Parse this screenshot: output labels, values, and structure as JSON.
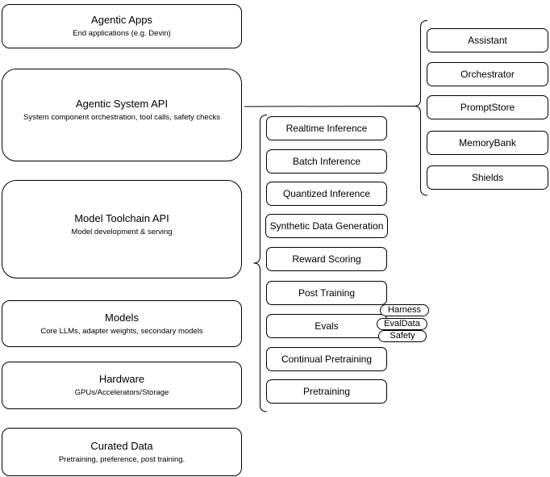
{
  "diagram": {
    "colors": {
      "background": "#ffffff",
      "stroke": "#000000",
      "box_fill": "#ffffff",
      "text": "#000000"
    },
    "left_column": {
      "boxes": [
        {
          "title": "Agentic Apps",
          "subtitle": "End applications (e.g. Devin)"
        },
        {
          "title": "Agentic System API",
          "subtitle": "System component orchestration, tool calls, safety checks"
        },
        {
          "title": "Model Toolchain API",
          "subtitle": "Model development & serving"
        },
        {
          "title": "Models",
          "subtitle": "Core LLMs, adapter weights, secondary models"
        },
        {
          "title": "Hardware",
          "subtitle": "GPUs/Accelerators/Storage"
        },
        {
          "title": "Curated Data",
          "subtitle": "Pretraining, preference, post training."
        }
      ]
    },
    "toolchain_column": {
      "boxes": [
        {
          "label": "Realtime Inference"
        },
        {
          "label": "Batch Inference"
        },
        {
          "label": "Quantized Inference"
        },
        {
          "label": "Synthetic Data Generation"
        },
        {
          "label": "Reward Scoring"
        },
        {
          "label": "Post Training"
        },
        {
          "label": "Evals"
        },
        {
          "label": "Continual Pretraining"
        },
        {
          "label": "Pretraining"
        }
      ],
      "evals_badges": [
        {
          "label": "Harness"
        },
        {
          "label": "EvalData"
        },
        {
          "label": "Safety"
        }
      ]
    },
    "system_column": {
      "boxes": [
        {
          "label": "Assistant"
        },
        {
          "label": "Orchestrator"
        },
        {
          "label": "PromptStore"
        },
        {
          "label": "MemoryBank"
        },
        {
          "label": "Shields"
        }
      ]
    }
  }
}
